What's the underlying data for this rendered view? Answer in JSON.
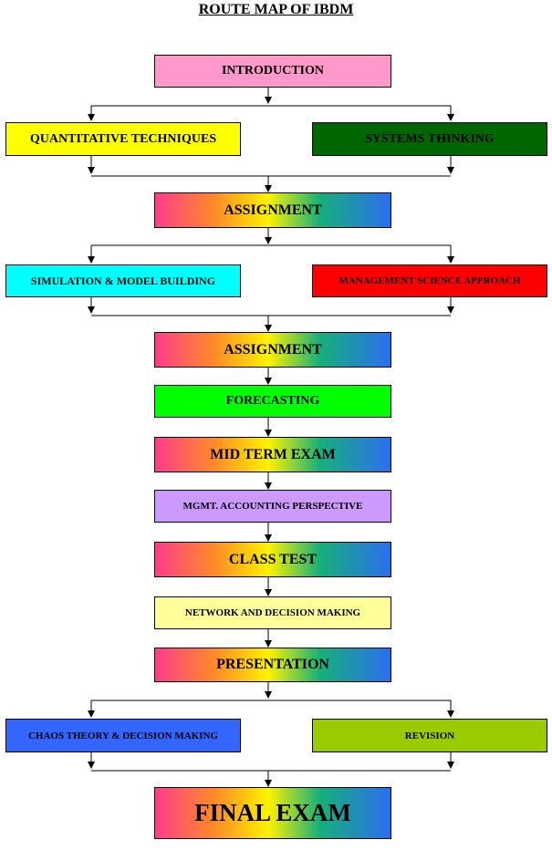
{
  "title": "ROUTE MAP OF IBDM",
  "boxes": {
    "introduction": "INTRODUCTION",
    "quantitative": "QUANTITATIVE TECHNIQUES",
    "systems": "SYSTEMS THINKING",
    "assignment1": "ASSIGNMENT",
    "simulation": "SIMULATION & MODEL BUILDING",
    "mgmt_science": "MANAGEMENT SCIENCE APPROACH",
    "assignment2": "ASSIGNMENT",
    "forecasting": "FORECASTING",
    "midterm": "MID TERM EXAM",
    "mgmt_accounting": "MGMT. ACCOUNTING PERSPECTIVE",
    "class_test": "CLASS TEST",
    "network": "NETWORK AND DECISION MAKING",
    "presentation": "PRESENTATION",
    "chaos": "CHAOS THEORY & DECISION MAKING",
    "revision": "REVISION",
    "final": "FINAL EXAM"
  },
  "colors": {
    "introduction": "#ff99cc",
    "quantitative": "#ffff00",
    "systems": "#006600",
    "simulation": "#00ffff",
    "mgmt_science": "#ff0000",
    "forecasting": "#00ff00",
    "mgmt_accounting": "#cc99ff",
    "network": "#ffff99",
    "chaos": "#3366ff",
    "revision": "#99cc00",
    "rainbow": [
      "#ff3c8c",
      "#ff8a28",
      "#fff200",
      "#16b07a",
      "#2c6ef0"
    ]
  }
}
